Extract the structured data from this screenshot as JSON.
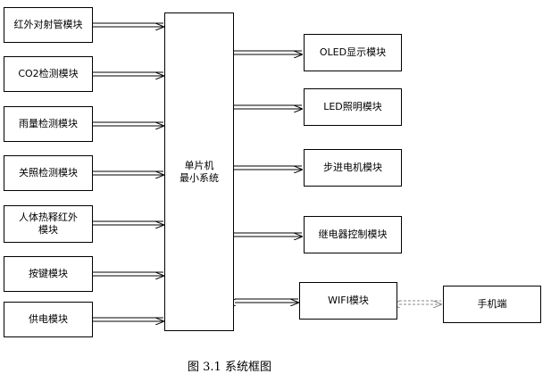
{
  "inputs": [
    "红外对射管模块",
    "CO2检测模块",
    "雨量检测模块",
    "关照检测模块",
    "人体热释红外\n模块",
    "按键模块",
    "供电模块"
  ],
  "mcu": "单片机\n最小系统",
  "outputs": [
    "OLED显示模块",
    "LED照明模块",
    "步进电机模块",
    "继电器控制模块"
  ],
  "wifi": "WIFI模块",
  "phone": "手机端",
  "caption": "图 3.1  系统框图"
}
